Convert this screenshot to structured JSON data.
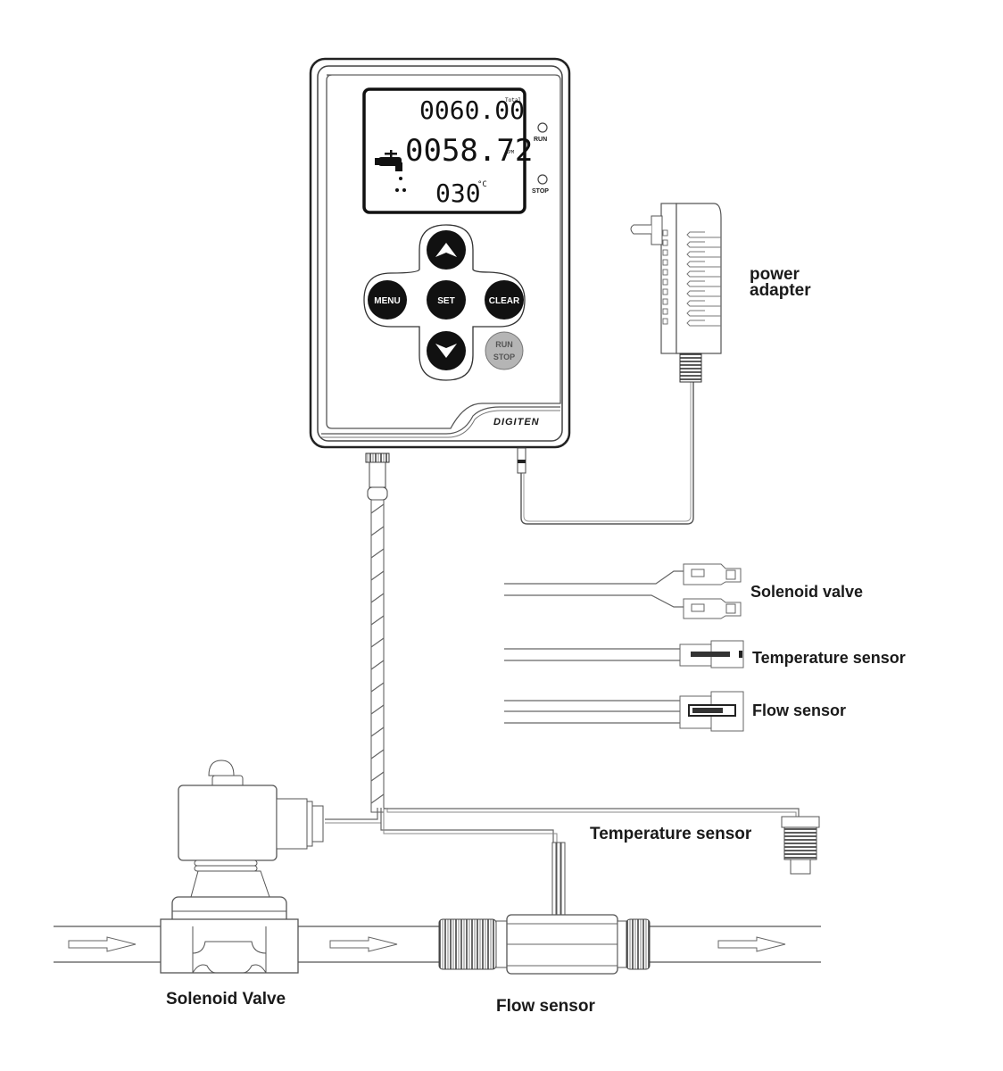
{
  "controller": {
    "brand": "DIGITEN",
    "lcd": {
      "total_value": "0060.00",
      "total_unit": "Total",
      "flow_value": "0058.72",
      "flow_unit": "LPM",
      "temp_value": "030",
      "temp_unit": "°C"
    },
    "indicators": {
      "run": "RUN",
      "stop": "STOP"
    },
    "buttons": {
      "up": "up",
      "down": "down",
      "menu": "MENU",
      "set": "SET",
      "clear": "CLEAR",
      "run": "RUN",
      "stop": "STOP"
    }
  },
  "labels": {
    "power_adapter_line1": "power",
    "power_adapter_line2": "adapter",
    "connector_solenoid": "Solenoid valve",
    "connector_temperature": "Temperature sensor",
    "connector_flow": "Flow sensor",
    "temperature_sensor": "Temperature  sensor",
    "solenoid_valve": "Solenoid Valve",
    "flow_sensor": "Flow  sensor"
  },
  "colors": {
    "line": "#3a3a3a",
    "button_dark": "#111111",
    "button_grey": "#b5b5b5",
    "lcd_bg": "#ffffff"
  }
}
